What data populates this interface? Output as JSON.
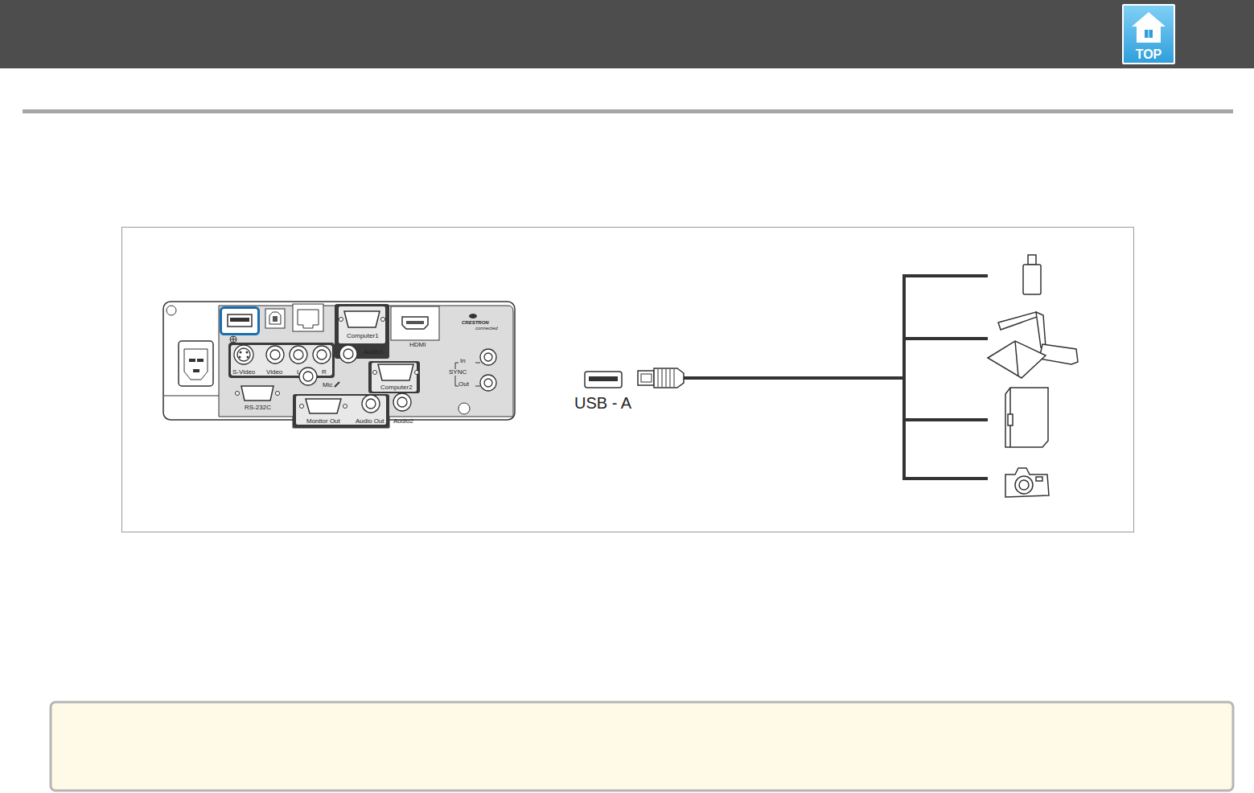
{
  "diagram": {
    "nodes": [
      {
        "text": [
          "TOP"
        ]
      }
    ],
    "labels": [
      "Computer1",
      "Audio1",
      "HDMI",
      "S-Video",
      "Video",
      "L",
      "R",
      "Mic",
      "Computer2",
      "In",
      "SYNC",
      "Out",
      "RS-232C",
      "Monitor Out",
      "Audio Out",
      "Audio2",
      "CRESTRON",
      "connected",
      "USB - A"
    ]
  }
}
